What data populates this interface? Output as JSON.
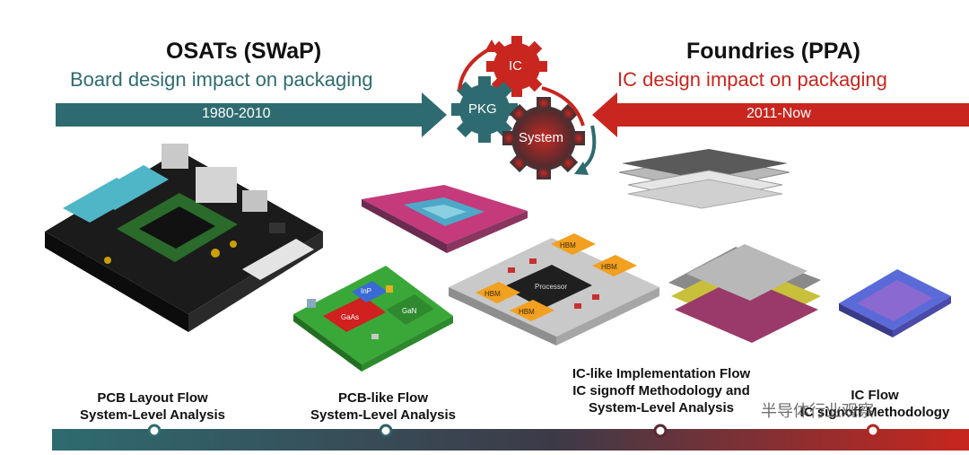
{
  "left_header": {
    "title": "OSATs (SWaP)",
    "subtitle": "Board design impact on packaging",
    "years": "1980-2010"
  },
  "right_header": {
    "title": "Foundries (PPA)",
    "subtitle": "IC design impact on packaging",
    "years": "2011-Now"
  },
  "cycle": {
    "ic": "IC",
    "pkg": "PKG",
    "system": "System"
  },
  "modules": {
    "inp": "InP",
    "gaas": "GaAs",
    "gan": "GaN",
    "hbm": "HBM",
    "processor": "Processor"
  },
  "flows": [
    {
      "line1": "PCB Layout Flow",
      "line2": "System-Level Analysis"
    },
    {
      "line1": "PCB-like Flow",
      "line2": "System-Level Analysis"
    },
    {
      "line1": "IC-like Implementation Flow",
      "line2": "IC signoff Methodology and",
      "line3": "System-Level Analysis"
    },
    {
      "line1": "IC Flow",
      "line2": "IC signoff Methodology"
    }
  ],
  "watermark": "半导体行业观察",
  "colors": {
    "teal": "#2e6b70",
    "red": "#c8261e"
  }
}
